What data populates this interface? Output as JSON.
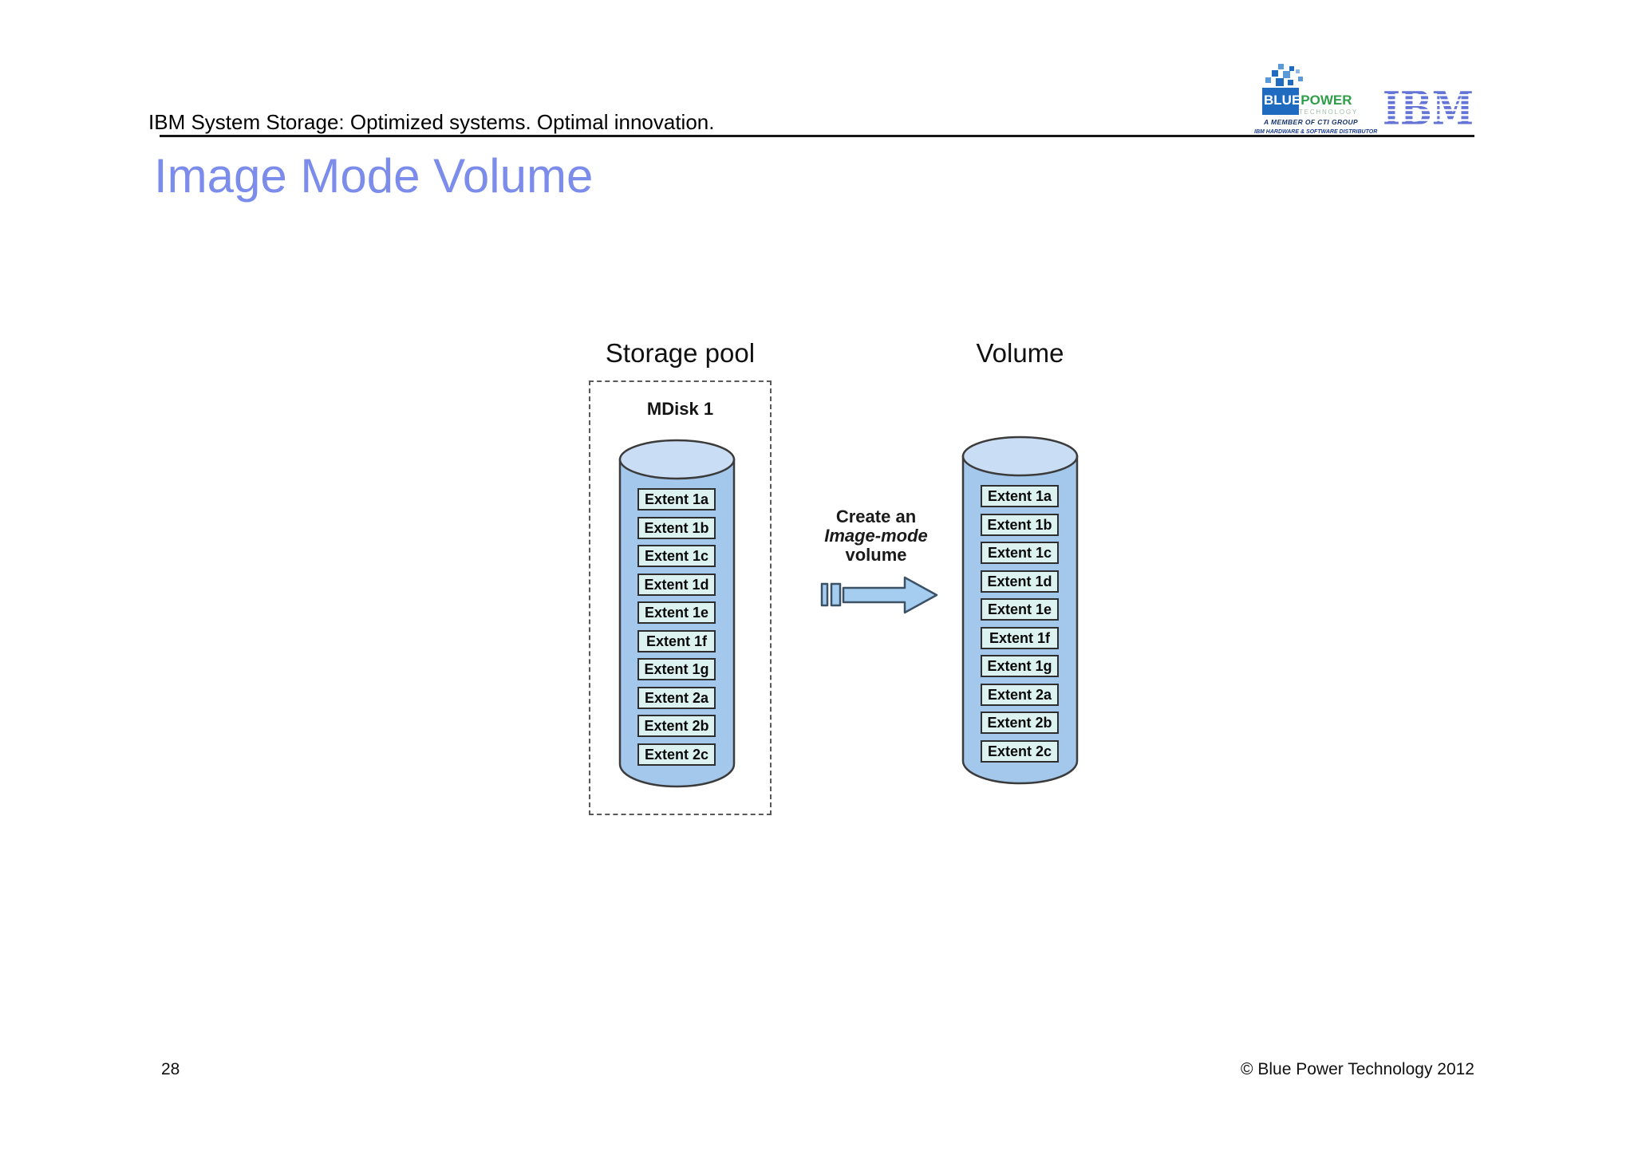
{
  "header": {
    "text": "IBM System Storage: Optimized systems. Optimal innovation."
  },
  "title": {
    "text": "Image Mode Volume",
    "color": "#7c8ceb"
  },
  "logos": {
    "bluepower": {
      "name_blue": "BLUE",
      "name_green": "POWER",
      "subtitle": "TECHNOLOGY",
      "member": "A MEMBER OF CTI GROUP",
      "distributor": "IBM HARDWARE & SOFTWARE DISTRIBUTOR",
      "blue": "#1e6bc0",
      "green": "#2f9e48",
      "navy": "#16356e"
    },
    "ibm": {
      "text": "IBM",
      "color": "#6474d6"
    }
  },
  "diagram": {
    "pool_label": "Storage pool",
    "mdisk_label": "MDisk 1",
    "volume_label": "Volume",
    "arrow_caption": {
      "line1": "Create an",
      "line2": "Image-mode",
      "line3": "volume"
    },
    "extents": [
      "Extent 1a",
      "Extent 1b",
      "Extent 1c",
      "Extent 1d",
      "Extent 1e",
      "Extent 1f",
      "Extent 1g",
      "Extent 2a",
      "Extent 2b",
      "Extent 2c"
    ],
    "colors": {
      "cylinder_body": "#a4c8ec",
      "cylinder_top": "#c9ddf4",
      "extent_fill": "#dcf2f0",
      "outline": "#3b3b3b",
      "arrow_fill": "#a4cdf0",
      "arrow_stroke": "#3d5166"
    }
  },
  "footer": {
    "page_number": "28",
    "copyright": "© Blue Power Technology 2012"
  }
}
